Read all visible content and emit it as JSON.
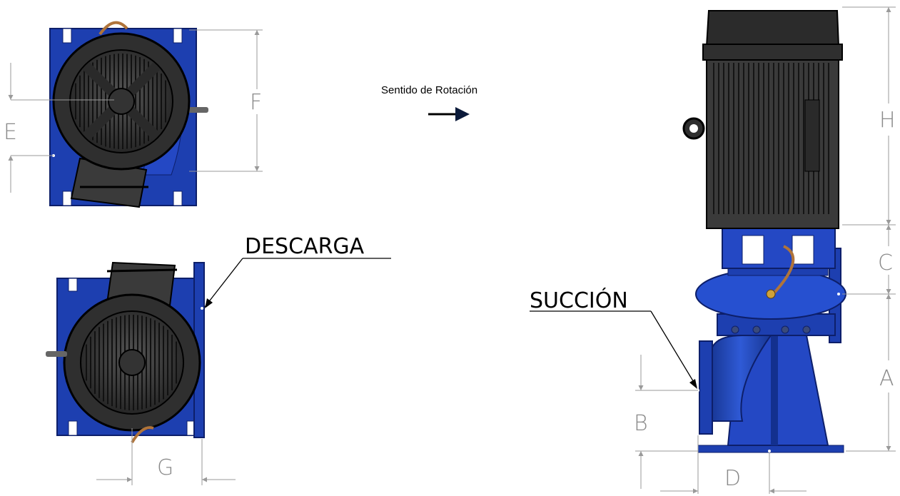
{
  "rotation": {
    "label": "Sentido de Rotación"
  },
  "callouts": {
    "discharge": "DESCARGA",
    "suction": "SUCCIÓN"
  },
  "dimensions": {
    "a": "A",
    "b": "B",
    "c": "C",
    "d": "D",
    "e": "E",
    "f": "F",
    "g": "G",
    "h": "H"
  },
  "colors": {
    "pump": "#1c3fae",
    "pump_dark": "#0f2780",
    "motor": "#3a3a3a",
    "motor_dark": "#1e1e1e",
    "dim_line": "#9a9a9a"
  }
}
